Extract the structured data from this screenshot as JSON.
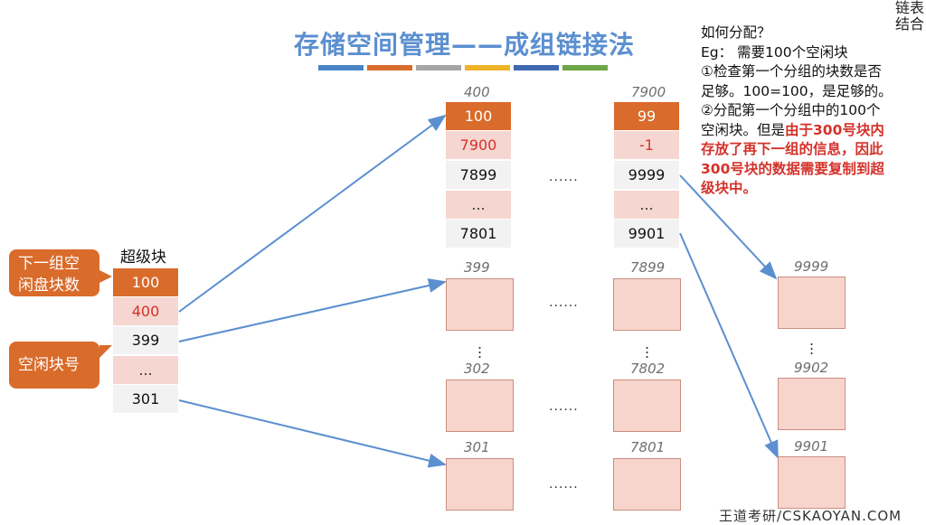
{
  "title": "存储空间管理——成组链接法",
  "title_bar_colors": [
    "#4a86c5",
    "#d96b2b",
    "#a5a5a5",
    "#f0b429",
    "#3f68b0",
    "#6ea64a"
  ],
  "superblock": {
    "label": "超级块",
    "cells": [
      "100",
      "400",
      "399",
      "...",
      "301"
    ]
  },
  "callouts": {
    "next_group": "下一组空闲盘块数",
    "free_block_no": "空闲块号"
  },
  "group400": {
    "label": "400",
    "cells": [
      "100",
      "7900",
      "7899",
      "...",
      "7801"
    ]
  },
  "group7900": {
    "label": "7900",
    "cells": [
      "99",
      "-1",
      "9999",
      "...",
      "9901"
    ]
  },
  "block_labels": {
    "b399": "399",
    "b302": "302",
    "b301": "301",
    "b7899": "7899",
    "b7802": "7802",
    "b7801": "7801",
    "b9999": "9999",
    "b9902": "9902",
    "b9901": "9901"
  },
  "ellipsis": "......",
  "notes": {
    "line1": "如何分配？",
    "line2": "Eg： 需要100个空闲块",
    "line3": "①检查第一个分组的块数是否",
    "line4": "足够。100=100，是足够的。",
    "line5": "②分配第一个分组中的100个",
    "line6a": "空闲块。但是",
    "line6b": "由于300号块内",
    "line7": "存放了再下一组的信息，因此",
    "line8": "300号块的数据需要复制到超",
    "line9": "级块中。"
  },
  "watermark": "王道考研/CSKAOYAN.COM",
  "corner_text": [
    "链表",
    "结合"
  ],
  "colors": {
    "orange": "#d96b2b",
    "pink": "#f6d6d0",
    "red_text": "#d4322b",
    "arrow": "#5b8fd0",
    "title": "#5b8fd0"
  }
}
